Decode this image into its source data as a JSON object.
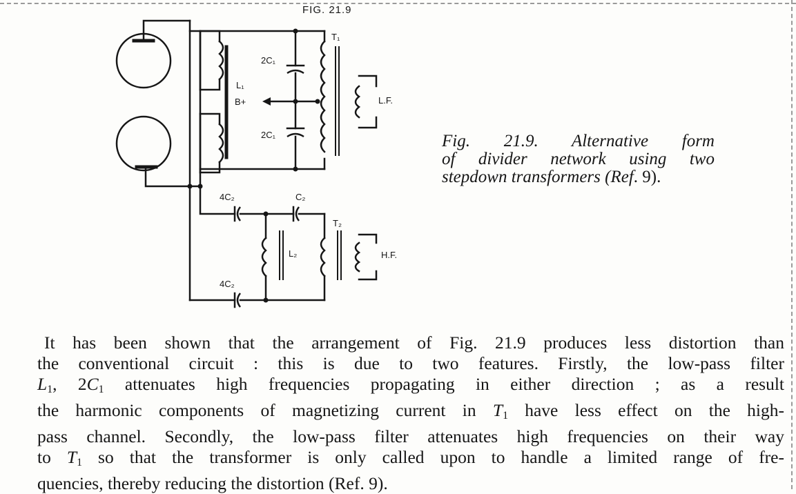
{
  "figure": {
    "label_top": "FIG. 21.9",
    "labels": {
      "c1_top": "2C₁",
      "c1_bot": "2C₁",
      "l1": "L₁",
      "bplus": "B+",
      "t1": "T₁",
      "lf": "L.F.",
      "c2_4_top": "4C₂",
      "c2": "C₂",
      "t2": "T₂",
      "l2": "L₂",
      "hf": "H.F.",
      "c2_4_bot": "4C₂"
    }
  },
  "caption": {
    "line1": "Fig. 21.9.  Alternative form",
    "line2": "of divider network using two",
    "line3_pre": "stepdown transformers (",
    "line3_ref": "Ref",
    "line3_post": ". 9)."
  },
  "body": {
    "l1": "It has been shown that the arrangement of Fig. 21.9 produces less distortion than",
    "l2": "the conventional circuit :  this is due to two features.  Firstly, the low-pass filter",
    "l3_sym1": "L",
    "l3_sub1": "1",
    "l3_mid": ", 2",
    "l3_sym2": "C",
    "l3_sub2": "1",
    "l3_rest": " attenuates high frequencies  propagating in either direction ;  as a result",
    "l4_pre": "the harmonic components of magnetizing current in ",
    "l4_sym": "T",
    "l4_sub": "1",
    "l4_post": " have less effect on the high-",
    "l5": "pass channel.  Secondly, the low-pass filter attenuates high frequencies on their way",
    "l6_pre": "to ",
    "l6_sym": "T",
    "l6_sub": "1",
    "l6_post": " so that the transformer is only called upon to handle a limited range of fre-",
    "l7": "quencies, thereby reducing the distortion (Ref. 9)."
  }
}
